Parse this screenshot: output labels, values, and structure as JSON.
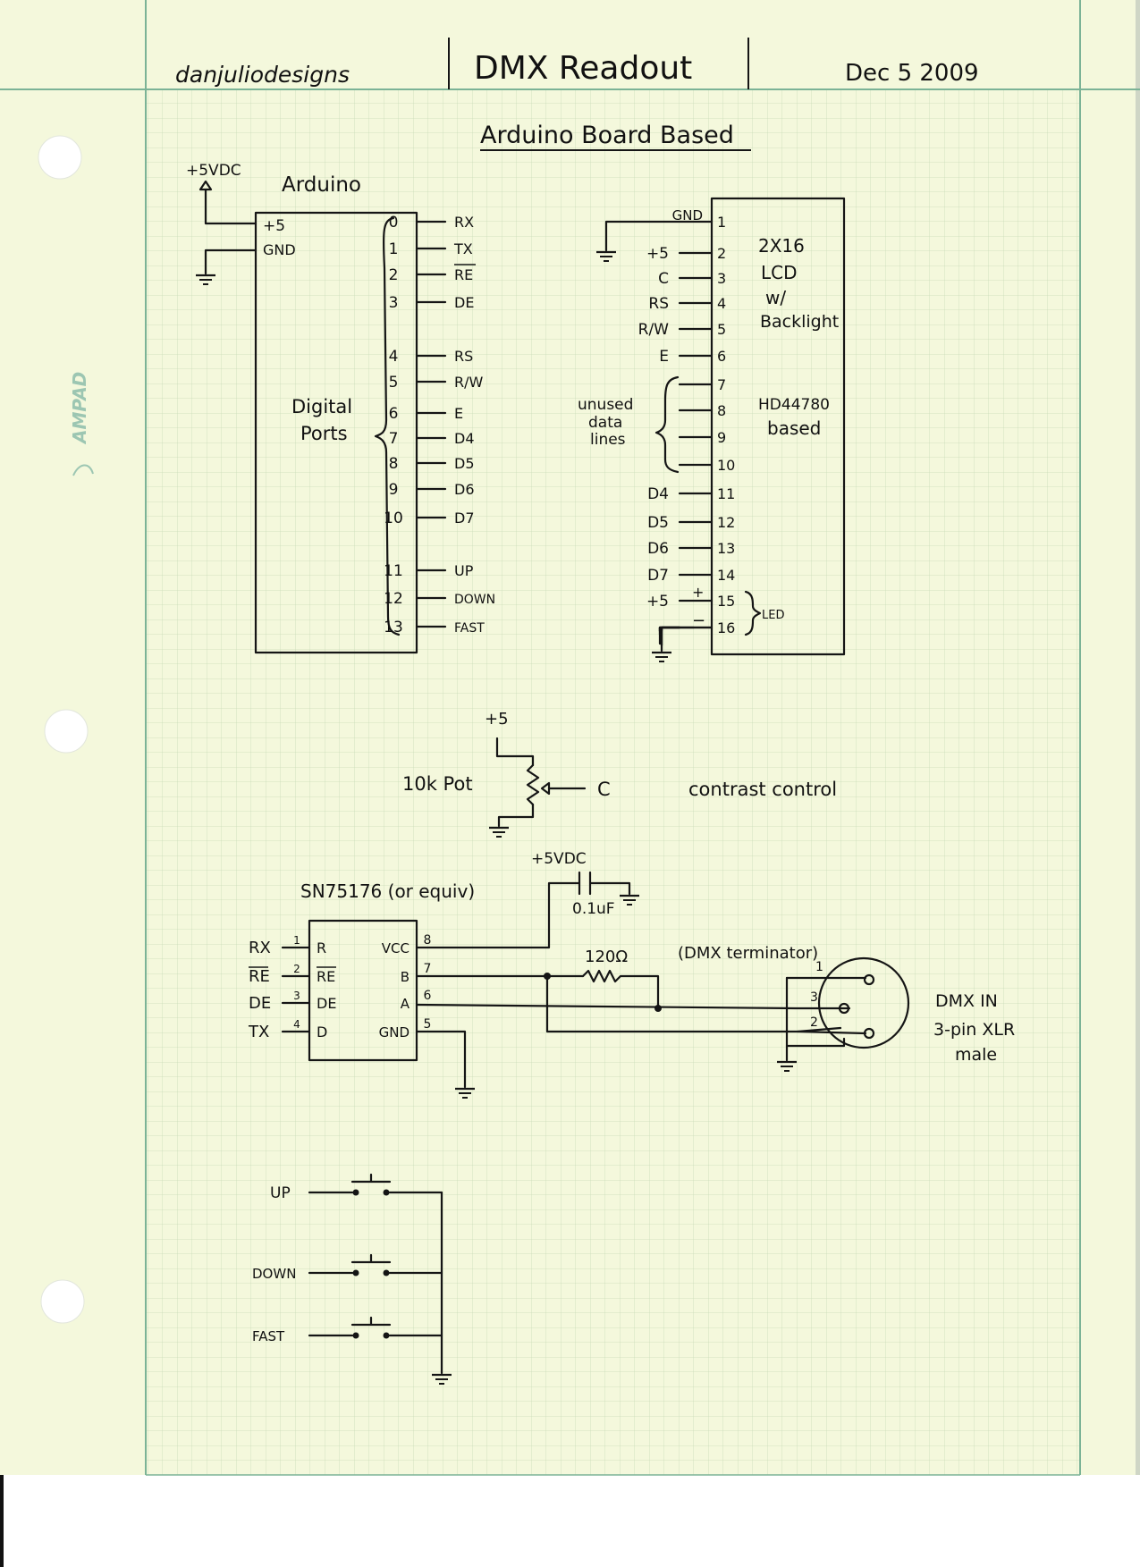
{
  "header": {
    "designer": "danjuliodesigns",
    "title": "DMX Readout",
    "date": "Dec 5 2009"
  },
  "subtitle": "Arduino Board Based",
  "paper_brand": "AMPAD",
  "arduino": {
    "label": "Arduino",
    "supply_label": "+5VDC",
    "power_pins": [
      "+5",
      "GND"
    ],
    "group_label_line1": "Digital",
    "group_label_line2": "Ports",
    "pins": [
      {
        "num": "0",
        "signal": "RX"
      },
      {
        "num": "1",
        "signal": "TX"
      },
      {
        "num": "2",
        "signal": "RE"
      },
      {
        "num": "3",
        "signal": "DE"
      },
      {
        "num": "4",
        "signal": "RS"
      },
      {
        "num": "5",
        "signal": "R/W"
      },
      {
        "num": "6",
        "signal": "E"
      },
      {
        "num": "7",
        "signal": "D4"
      },
      {
        "num": "8",
        "signal": "D5"
      },
      {
        "num": "9",
        "signal": "D6"
      },
      {
        "num": "10",
        "signal": "D7"
      },
      {
        "num": "11",
        "signal": "UP"
      },
      {
        "num": "12",
        "signal": "DOWN"
      },
      {
        "num": "13",
        "signal": "FAST"
      }
    ]
  },
  "lcd": {
    "desc_line1": "2X16",
    "desc_line2": "LCD",
    "desc_line3": "w/",
    "desc_line4": "Backlight",
    "controller_line1": "HD44780",
    "controller_line2": "based",
    "unused_line1": "unused",
    "unused_line2": "data",
    "unused_line3": "lines",
    "led_label": "LED",
    "plus_sign": "+",
    "minus_sign": "−",
    "pins": [
      {
        "num": "1",
        "signal": "GND"
      },
      {
        "num": "2",
        "signal": "+5"
      },
      {
        "num": "3",
        "signal": "C"
      },
      {
        "num": "4",
        "signal": "RS"
      },
      {
        "num": "5",
        "signal": "R/W"
      },
      {
        "num": "6",
        "signal": "E"
      },
      {
        "num": "7",
        "signal": ""
      },
      {
        "num": "8",
        "signal": ""
      },
      {
        "num": "9",
        "signal": ""
      },
      {
        "num": "10",
        "signal": ""
      },
      {
        "num": "11",
        "signal": "D4"
      },
      {
        "num": "12",
        "signal": "D5"
      },
      {
        "num": "13",
        "signal": "D6"
      },
      {
        "num": "14",
        "signal": "D7"
      },
      {
        "num": "15",
        "signal": "+5"
      },
      {
        "num": "16",
        "signal": ""
      }
    ]
  },
  "pot": {
    "supply": "+5",
    "label": "10k Pot",
    "wiper": "C",
    "note": "contrast control"
  },
  "transceiver": {
    "label": "SN75176 (or equiv)",
    "supply": "+5VDC",
    "cap": "0.1uF",
    "resistor": "120Ω",
    "terminator_note": "(DMX terminator)",
    "left_pins": [
      {
        "num": "1",
        "name": "R",
        "signal": "RX"
      },
      {
        "num": "2",
        "name": "RE",
        "signal": "RE"
      },
      {
        "num": "3",
        "name": "DE",
        "signal": "DE"
      },
      {
        "num": "4",
        "name": "D",
        "signal": "TX"
      }
    ],
    "right_pins": [
      {
        "num": "8",
        "name": "VCC"
      },
      {
        "num": "7",
        "name": "B"
      },
      {
        "num": "6",
        "name": "A"
      },
      {
        "num": "5",
        "name": "GND"
      }
    ]
  },
  "xlr": {
    "label_line1": "DMX IN",
    "label_line2": "3-pin XLR",
    "label_line3": "male",
    "pins": [
      "1",
      "2",
      "3"
    ]
  },
  "buttons": [
    "UP",
    "DOWN",
    "FAST"
  ],
  "colors": {
    "paper": "#f4f8dc",
    "grid": "#c9dcb8",
    "margin_rule": "#7bb396",
    "ink": "#151515"
  }
}
